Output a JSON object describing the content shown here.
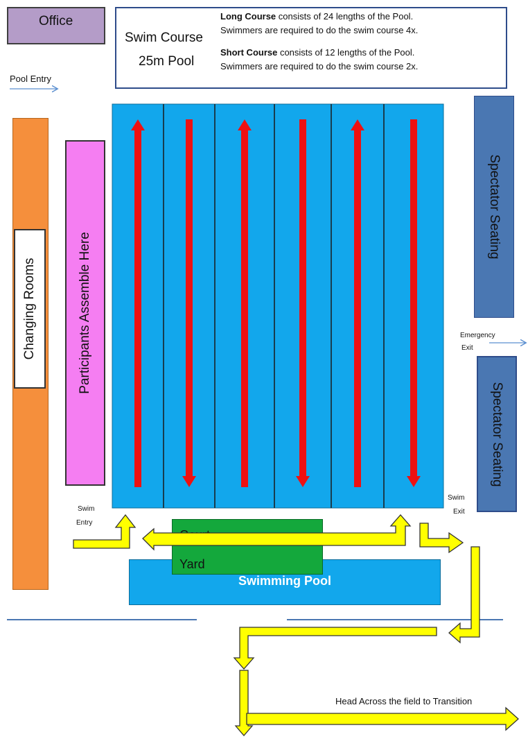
{
  "office": {
    "label": "Office"
  },
  "course_box": {
    "title": "Swim Course",
    "subtitle": "25m Pool",
    "long_bold": "Long Course",
    "long_rest": " consists of 24 lengths of the Pool.",
    "long_line2": "Swimmers are required to do the swim course 4x.",
    "short_bold": "Short Course",
    "short_rest": " consists of 12 lengths of the Pool.",
    "short_line2": "Swimmers are required to do the swim course 2x."
  },
  "pool_entry": "Pool Entry",
  "changing_rooms": "Changing Rooms",
  "assemble": "Participants Assemble Here",
  "spectator_top": "Spectator Seating",
  "spectator_bottom": "Spectator Seating",
  "emergency_exit": {
    "line1": "Emergency",
    "line2": "Exit"
  },
  "swim_entry": {
    "line1": "Swim",
    "line2": "Entry"
  },
  "swim_exit": {
    "line1": "Swim",
    "line2": "Exit"
  },
  "swimming_pool_label": "Swimming Pool",
  "court_yard": {
    "line1": "Court",
    "line2": "Yard"
  },
  "transition_text": "Head Across the field to Transition",
  "lanes": [
    {
      "direction": "up"
    },
    {
      "direction": "down"
    },
    {
      "direction": "up"
    },
    {
      "direction": "down"
    },
    {
      "direction": "up"
    },
    {
      "direction": "down"
    }
  ],
  "colors": {
    "pool": "#12a7ec",
    "lane_line": "#1a1a1a",
    "lane_arrow": "#ee1111",
    "route_arrow": "#ffff00",
    "office": "#b49cc8",
    "changing_rooms": "#f58f3c",
    "assemble": "#f57ef2",
    "spectator": "#4a77b2",
    "court_yard": "#14a83c"
  }
}
